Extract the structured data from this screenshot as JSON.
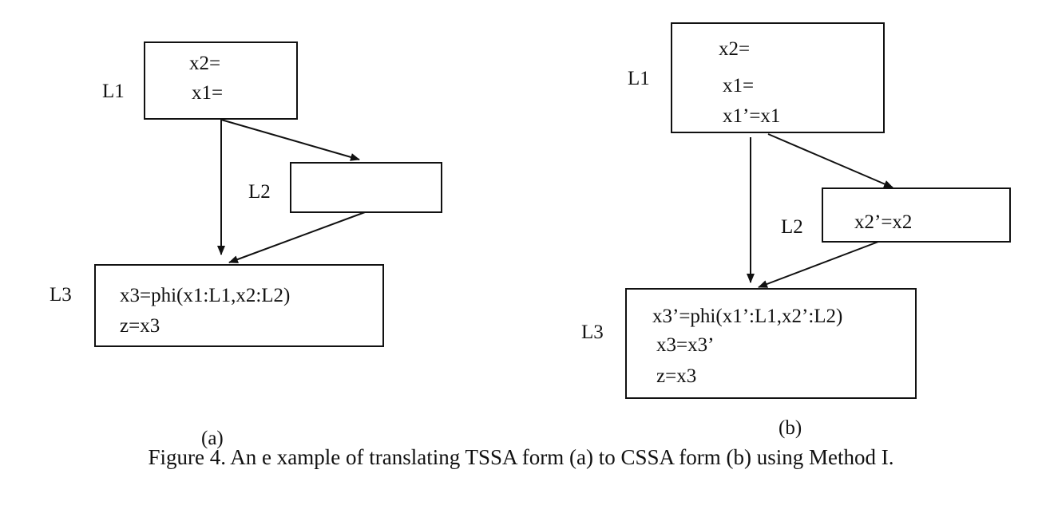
{
  "diagram_a": {
    "label": "(a)",
    "blocks": {
      "L1": {
        "name": "L1",
        "lines": [
          "x2=",
          "x1="
        ]
      },
      "L2": {
        "name": "L2",
        "lines": []
      },
      "L3": {
        "name": "L3",
        "lines": [
          "x3=phi(x1:L1,x2:L2)",
          "z=x3"
        ]
      }
    }
  },
  "diagram_b": {
    "label": "(b)",
    "blocks": {
      "L1": {
        "name": "L1",
        "lines": [
          "x2=",
          "x1=",
          "x1’=x1"
        ]
      },
      "L2": {
        "name": "L2",
        "lines": [
          "x2’=x2"
        ]
      },
      "L3": {
        "name": "L3",
        "lines": [
          "x3’=phi(x1’:L1,x2’:L2)",
          "x3=x3’",
          "z=x3"
        ]
      }
    }
  },
  "caption": "Figure 4. An e xample of translating TSSA form (a) to CSSA form (b) using Method I."
}
